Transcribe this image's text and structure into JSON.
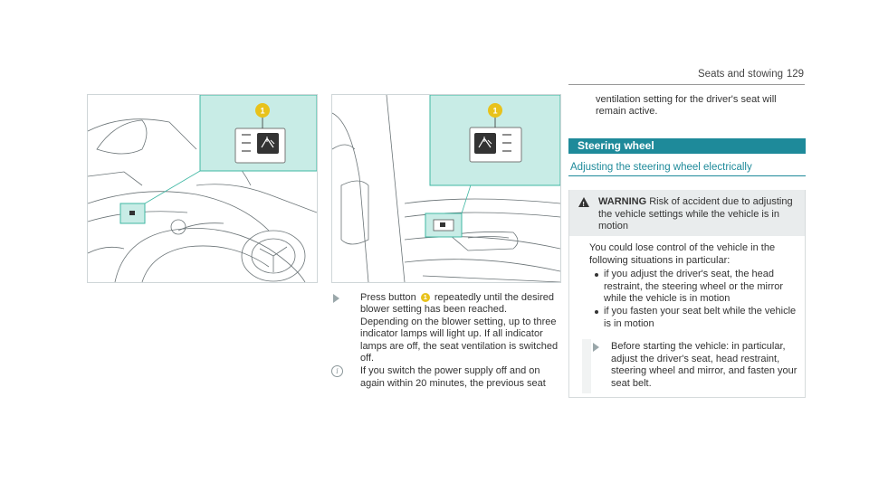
{
  "header": {
    "section": "Seats and stowing",
    "page": "129"
  },
  "figure1": {
    "callout": "1"
  },
  "figure2": {
    "callout": "1"
  },
  "middle_column": {
    "step_before": "Press button",
    "step_badge": "1",
    "step_after": "repeatedly until the desired blower setting has been reached.",
    "step_detail": "Depending on the blower setting, up to three indicator lamps will light up. If all indicator lamps are off, the seat ventilation is switched off.",
    "note_icon": "i",
    "note_text": "If you switch the power supply off and on again within 20 minutes, the previous seat"
  },
  "right_column": {
    "continuation": "ventilation setting for the driver's seat will remain active.",
    "section_title": "Steering wheel",
    "subsection_title": "Adjusting the steering wheel electrically",
    "warning": {
      "icon_glyph": "!",
      "label": "WARNING",
      "title_text": "Risk of accident due to adjusting the vehicle settings while the vehicle is in motion",
      "intro": "You could lose control of the vehicle in the following situations in particular:",
      "bullets": [
        "if you adjust the driver's seat, the head restraint, the steering wheel or the mirror while the vehicle is in motion",
        "if you fasten your seat belt while the vehicle is in motion"
      ],
      "action": "Before starting the vehicle: in particular, adjust the driver's seat, head restraint, steering wheel and mirror, and fasten your seat belt."
    }
  }
}
